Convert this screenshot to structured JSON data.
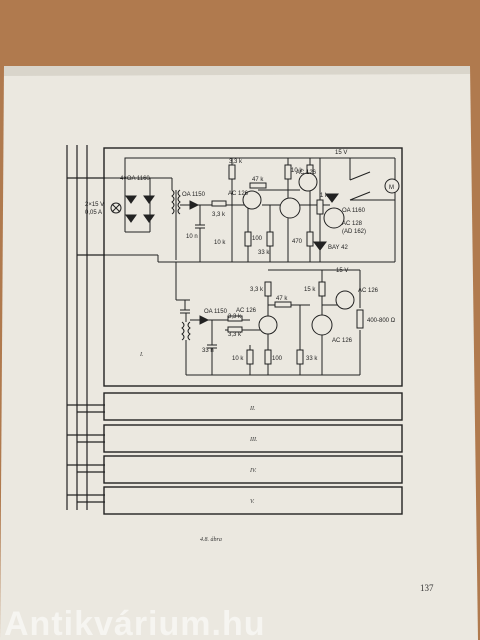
{
  "diagram": {
    "caption": "4.8. ábra",
    "page_number": "137",
    "watermark": "Antikvárium.hu",
    "panels": [
      "I.",
      "II.",
      "III.",
      "IV.",
      "V."
    ],
    "supply_label_1": "2×15 V",
    "supply_label_2": "0,05 A",
    "top_circuit": {
      "bridge": "4×OA 1160",
      "diode": "OA 1150",
      "cap": "10 n",
      "r1": "3,3 k",
      "r2": "10 k",
      "r3": "100",
      "r4": "33 k",
      "r5": "3,3 k",
      "r6": "47 k",
      "r7": "1 k",
      "r8": "470",
      "r9": "10 k",
      "t1": "AC 126",
      "t2": "AC 126",
      "t3": "AC 128",
      "t3b": "(AD 162)",
      "d2": "OA 1160",
      "d3": "BAY 42",
      "v1": "15 V",
      "motor": "M"
    },
    "bottom_circuit": {
      "diode": "OA 1150",
      "cap": "33 n",
      "r1": "3,3 k",
      "r2": "3,3 k",
      "r3": "47 k",
      "r4": "10 k",
      "r5": "100",
      "r6": "33 k",
      "r7": "3,3 k",
      "r8": "15 k",
      "t1": "AC 126",
      "t2": "AC 126",
      "t3": "AC 126",
      "load": "400-800 Ω",
      "v1": "15 V"
    }
  }
}
